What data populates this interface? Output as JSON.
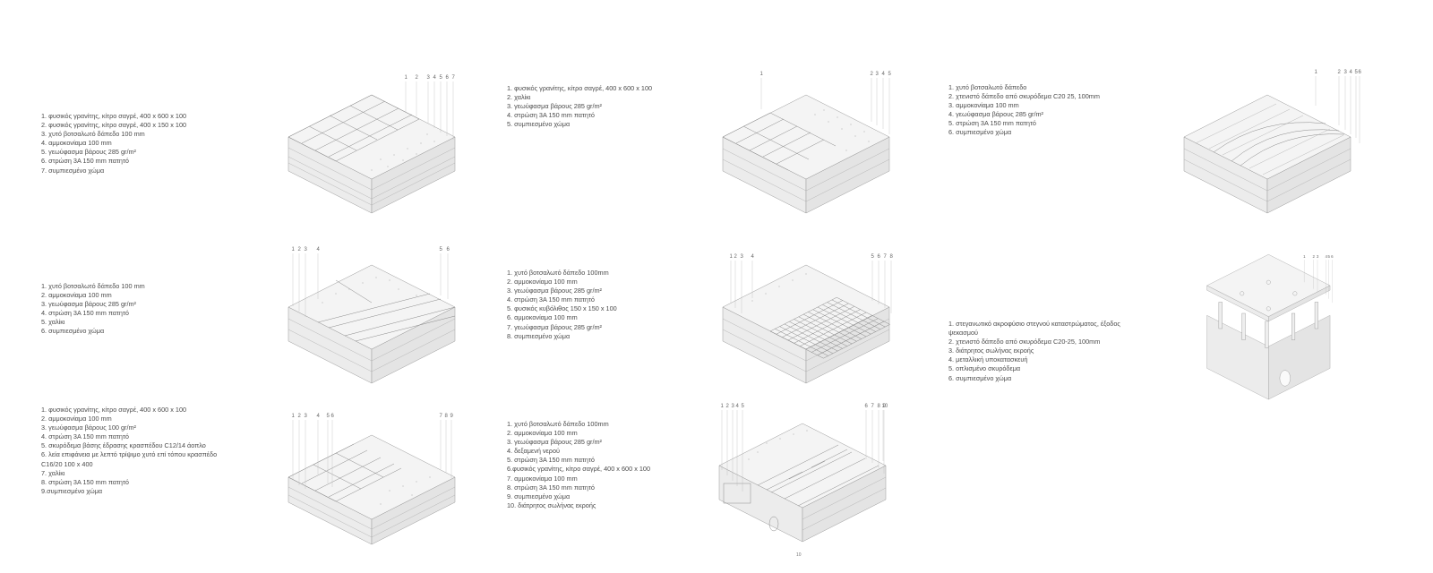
{
  "sections": [
    {
      "id": "s1",
      "legend": [
        "1. φυσικός γρανίτης, κίτρο σαγρέ, 400 x 600 x 100",
        "2. φυσικός γρανίτης, κίτρο σαγρέ, 400 x 150 x 100",
        "3. χυτό βοτσαλωτό δάπεδο 100 mm",
        "4. αμμοκονίαμα 100 mm",
        "5. γεωύφασμα βάρους 285 gr/m²",
        "6. στρώση 3Α 150 mm πατητό",
        "7. συμπιεσμένο χώμα"
      ],
      "callouts": [
        "1",
        "2",
        "3",
        "4",
        "5",
        "6",
        "7"
      ]
    },
    {
      "id": "s2",
      "legend": [
        "1. φυσικός γρανίτης, κίτρο σαγρέ, 400 x 600 x 100",
        "2. χαλίκι",
        "3. γεωύφασμα βάρους 285 gr/m²",
        "4. στρώση 3Α 150 mm πατητό",
        "5. συμπιεσμένο χώμα"
      ],
      "callouts": [
        "1",
        "2",
        "3",
        "4",
        "5"
      ]
    },
    {
      "id": "s3",
      "legend": [
        "1. χυτό βοτσαλωτό δάπεδο",
        "2. χτενιστό δάπεδο από σκυρόδεμα C20 25, 100mm",
        "3. αμμοκονίαμα 100 mm",
        "4. γεωύφασμα βάρους 285 gr/m²",
        "5. στρώση 3Α 150 mm πατητό",
        "6. συμπιεσμένο χώμα"
      ],
      "callouts": [
        "1",
        "2",
        "3",
        "4",
        "5",
        "6"
      ]
    },
    {
      "id": "s4",
      "legend": [
        "1. χυτό βοτσαλωτό δάπεδο 100 mm",
        "2. αμμοκονίαμα 100 mm",
        "3. γεωύφασμα βάρους 285 gr/m²",
        "4. στρώση 3Α 150 mm πατητό",
        "5. χαλίκι",
        "6. συμπιεσμένο χώμα"
      ],
      "callouts": [
        "1",
        "2",
        "3",
        "4",
        "5",
        "6"
      ]
    },
    {
      "id": "s5",
      "legend": [
        "1. χυτό βοτσαλωτό δάπεδο 100mm",
        "2. αμμοκονίαμα 100 mm",
        "3. γεωύφασμα βάρους 285 gr/m²",
        "4. στρώση 3Α 150 mm πατητό",
        "5. φυσικός κυβόλιθος 150 x 150 x 100",
        "6. αμμοκονίαμα 100 mm",
        "7. γεωύφασμα βάρους 285 gr/m²",
        "8. συμπιεσμένο χώμα"
      ],
      "callouts": [
        "1",
        "2",
        "3",
        "4",
        "5",
        "6",
        "7",
        "8"
      ]
    },
    {
      "id": "s6",
      "legend": [
        "1. στεγανωτικό ακροφύσιο στεγνού καταστρώματος, έξοδος ψεκασμού",
        "2. χτενιστό δάπεδο από σκυρόδεμα C20-25, 100mm",
        "3. διάτρητος σωλήνας εκροής",
        "4. μεταλλική υποκατασκευή",
        "5. οπλισμένο σκυρόδεμα",
        "6. συμπιεσμένο χώμα"
      ],
      "callouts": [
        "1",
        "2",
        "3",
        "4",
        "5",
        "6"
      ]
    },
    {
      "id": "s7",
      "legend": [
        "1. φυσικός γρανίτης, κίτρο σαγρέ, 400 x 600 x 100",
        "2. αμμοκονίαμα 100 mm",
        "3. γεωύφασμα βάρους 100 gr/m²",
        "4. στρώση 3Α 150 mm πατητό",
        "5. σκυρόδεμα βάσης έδρασης κρασπέδου C12/14 άοπλο",
        "6. λεία επιφάνεια με λεπτό τρίψιμο χυτό επί τόπου κρασπέδο C16/20 100 x 400",
        "7. χαλίκι",
        "8. στρώση 3Α 150 mm πατητό",
        "9.συμπιεσμένο χώμα"
      ],
      "callouts": [
        "1",
        "2",
        "3",
        "4",
        "5",
        "6",
        "7",
        "8",
        "9"
      ]
    },
    {
      "id": "s8",
      "legend": [
        "1. χυτό βοτσαλωτό δάπεδο 100mm",
        "2. αμμοκονίαμα 100 mm",
        "3. γεωύφασμα βάρους 285 gr/m²",
        "4. δεξαμενή νερού",
        "5. στρώση 3Α 150 mm πατητό",
        "6.φυσικός γρανίτης, κίτρο σαγρέ, 400 x 600 x 100",
        "7. αμμοκονίαμα 100 mm",
        "8. στρώση 3Α 150 mm πατητό",
        "9. συμπιεσμένο χώμα",
        "10. διάτρητος σωλήνας εκροής"
      ],
      "callouts": [
        "1",
        "2",
        "3",
        "4",
        "5",
        "6",
        "7",
        "8",
        "9",
        "10"
      ]
    }
  ],
  "page_number": "10"
}
